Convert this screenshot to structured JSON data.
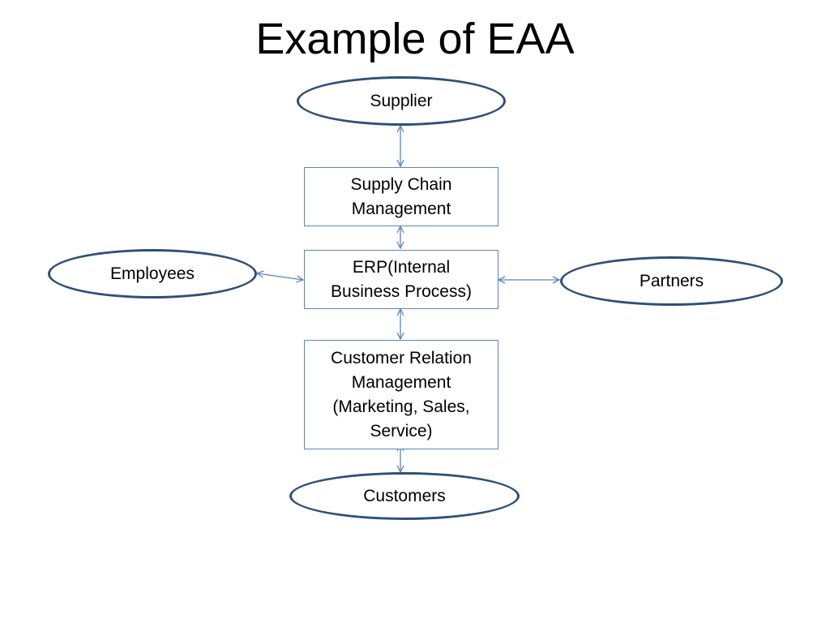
{
  "title": "Example of EAA",
  "nodes": {
    "supplier": "Supplier",
    "scm": [
      "Supply Chain",
      "Management"
    ],
    "erp": [
      "ERP(Internal",
      "Business Process)"
    ],
    "crm": [
      "Customer Relation",
      "Management",
      "(Marketing, Sales,",
      "Service)"
    ],
    "employees": "Employees",
    "partners": "Partners",
    "customers": "Customers"
  },
  "colors": {
    "ellipse_border": "#2f4f78",
    "box_border": "#5b86b8",
    "arrow": "#5b86b8"
  }
}
